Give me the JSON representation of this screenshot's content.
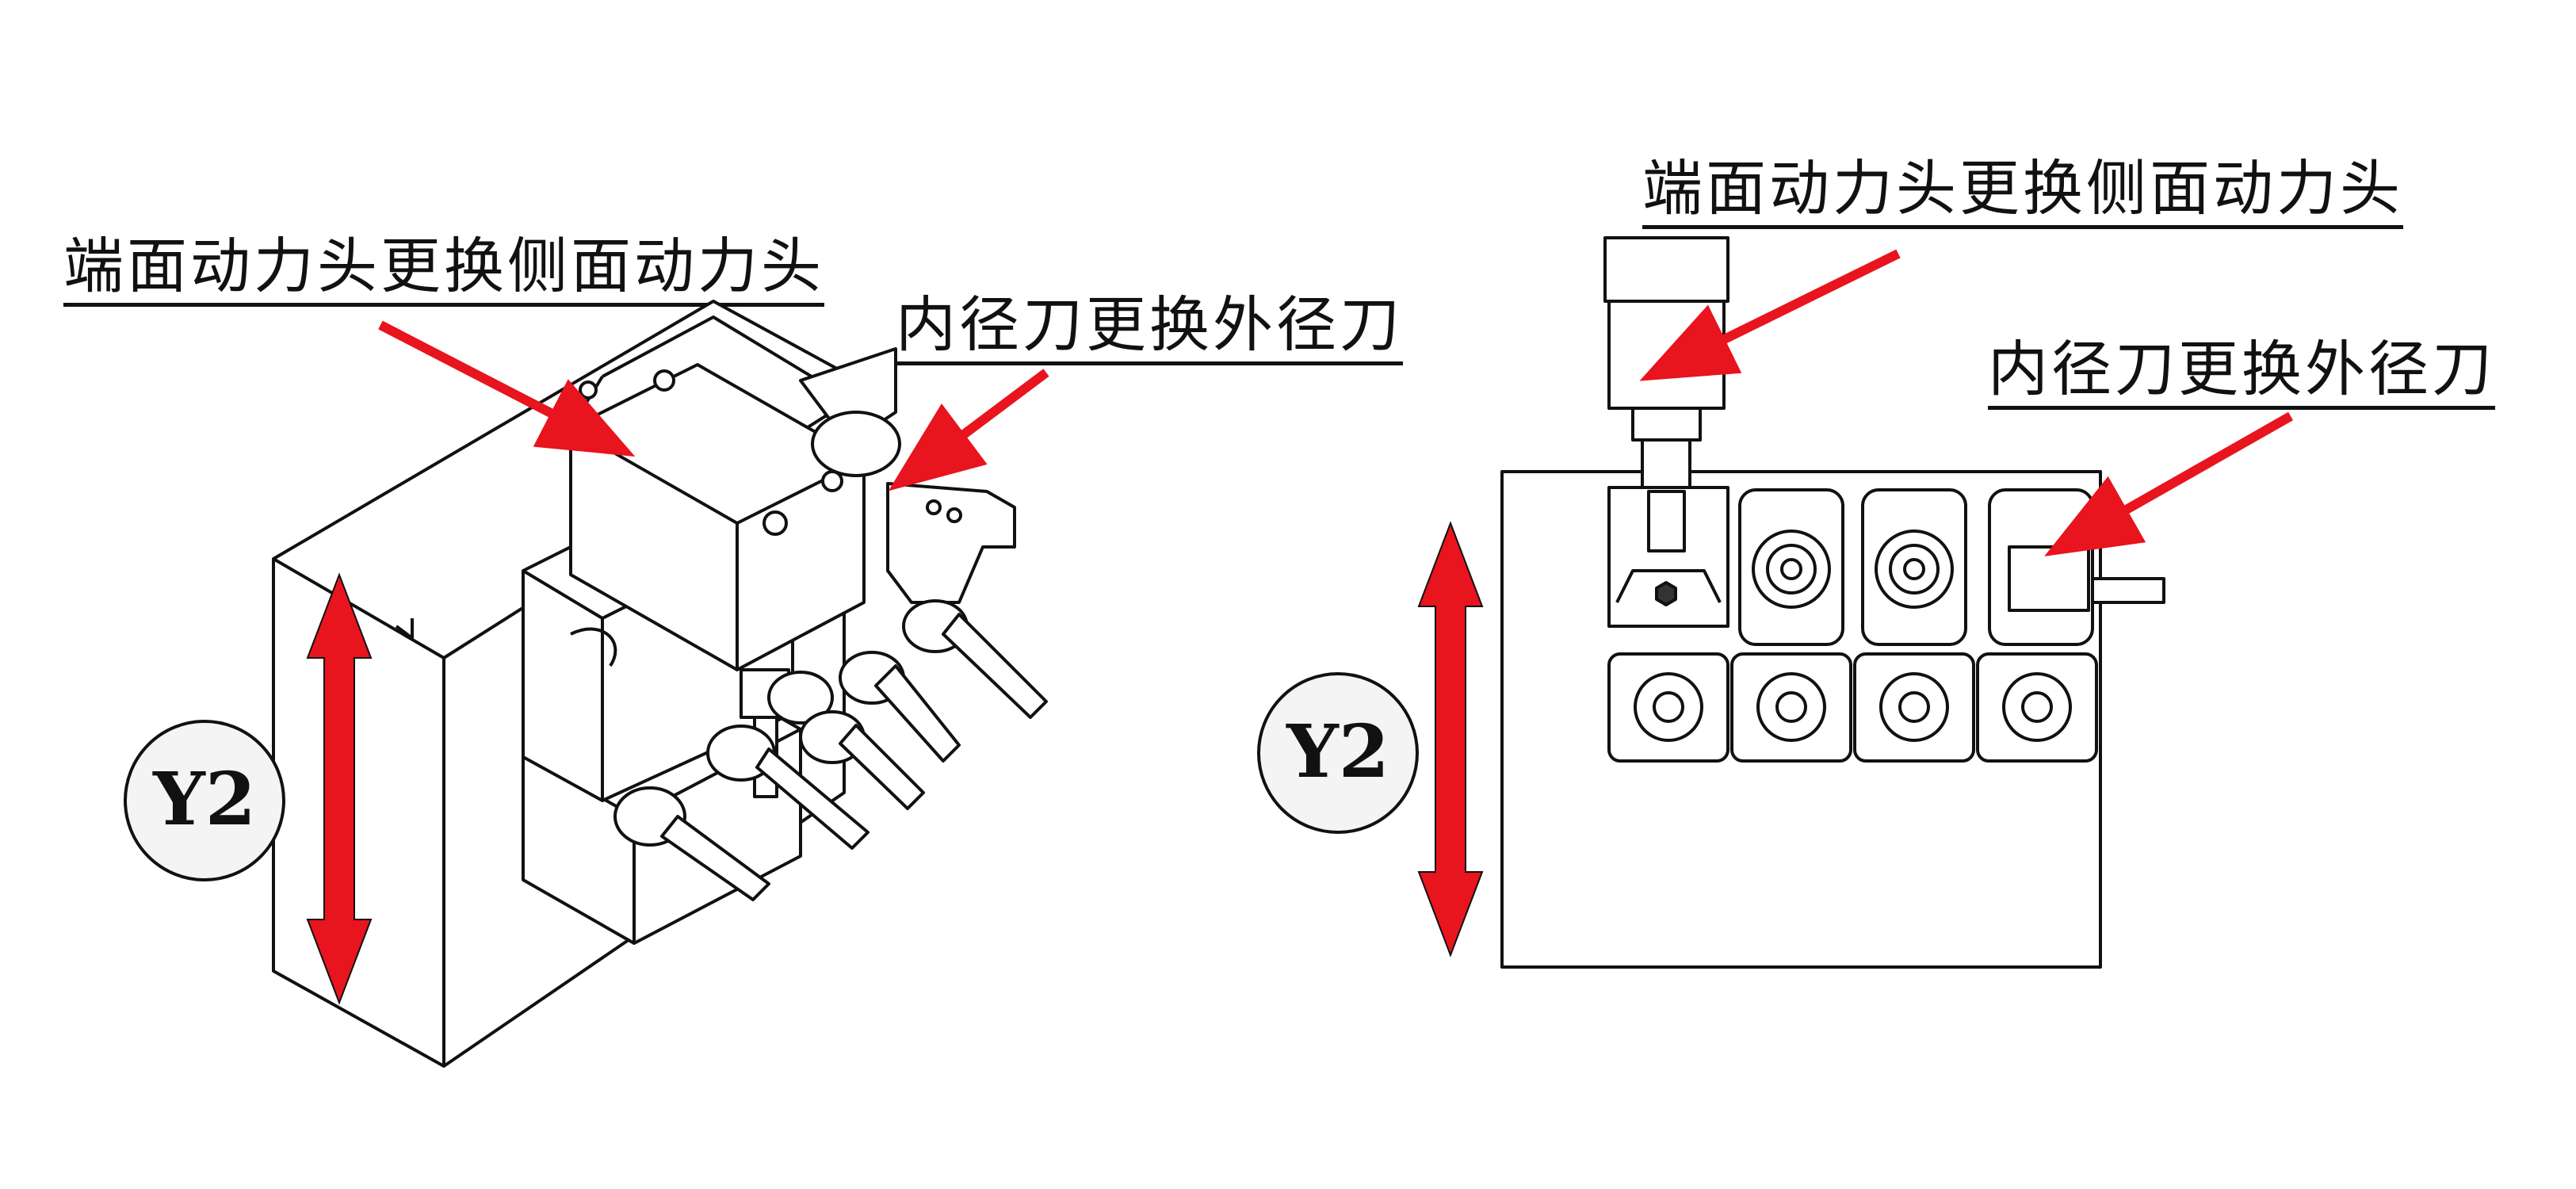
{
  "left_view": {
    "label_end_face": "端面动力头更换侧面动力头",
    "label_inner_tool": "内径刀更换外径刀",
    "axis_badge": "Y2"
  },
  "right_view": {
    "label_end_face": "端面动力头更换侧面动力头",
    "label_inner_tool": "内径刀更换外径刀",
    "axis_badge": "Y2"
  },
  "colors": {
    "arrow": "#e8141e",
    "line": "#111111",
    "badge_fill": "#f4f4f4"
  }
}
